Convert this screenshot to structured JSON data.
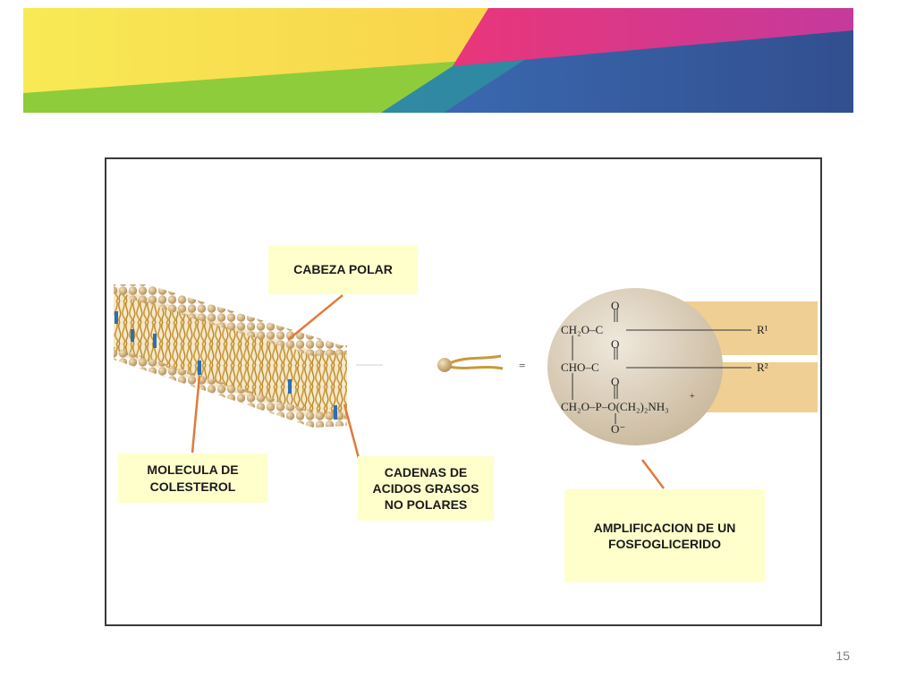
{
  "labels": {
    "cabeza_polar": "CABEZA POLAR",
    "molecula_colesterol": [
      "MOLECULA DE",
      "COLESTEROL"
    ],
    "cadenas_acidos": [
      "CADENAS DE",
      "ACIDOS GRASOS",
      "NO POLARES"
    ],
    "amplificacion": [
      "AMPLIFICACION DE UN",
      "FOSFOGLICERIDO"
    ]
  },
  "formula": {
    "row1": "CH₂O–C",
    "row2": "CHO–C",
    "row3_left": "CH₂O–P–O(CH₂)₂NH₃",
    "r1": "R¹",
    "r2": "R²",
    "o_top": "O",
    "o_mid": "O",
    "o_p": "O",
    "o_minus": "O⁻",
    "plus": "+",
    "equals": "="
  },
  "page_number": "15",
  "colors": {
    "label_bg": "#ffffcc",
    "pointer": "#e07a3a",
    "head": "#d9b98a",
    "tail": "#c89a3c",
    "cholesterol": "#2e6fb0",
    "circle": "#d8cdb8",
    "tail_band": "#efcf94"
  }
}
